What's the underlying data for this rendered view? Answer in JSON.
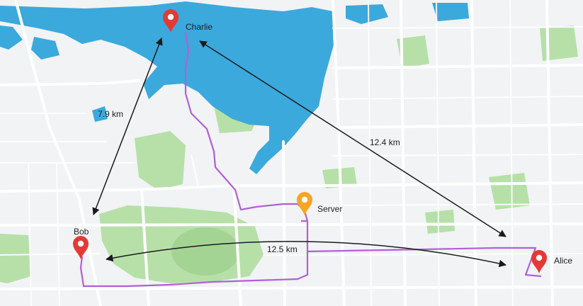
{
  "map": {
    "colors": {
      "land": "#f1f3f4",
      "water": "#3ba9dc",
      "park": "#b6e0a8",
      "road": "#ffffff",
      "route": "#b35fd6",
      "pin_client": "#e53935",
      "pin_server": "#f5a623",
      "arrow": "#1a1a1a"
    },
    "markers": [
      {
        "label": "Charlie",
        "kind": "client",
        "icon": "map-pin-icon"
      },
      {
        "label": "Server",
        "kind": "server",
        "icon": "map-pin-icon"
      },
      {
        "label": "Bob",
        "kind": "client",
        "icon": "map-pin-icon"
      },
      {
        "label": "Alice",
        "kind": "client",
        "icon": "map-pin-icon"
      }
    ],
    "distances": [
      {
        "from": "Bob",
        "to": "Charlie",
        "label": "7.9 km"
      },
      {
        "from": "Charlie",
        "to": "Alice",
        "label": "12.4 km"
      },
      {
        "from": "Bob",
        "to": "Alice",
        "label": "12.5 km"
      }
    ]
  }
}
